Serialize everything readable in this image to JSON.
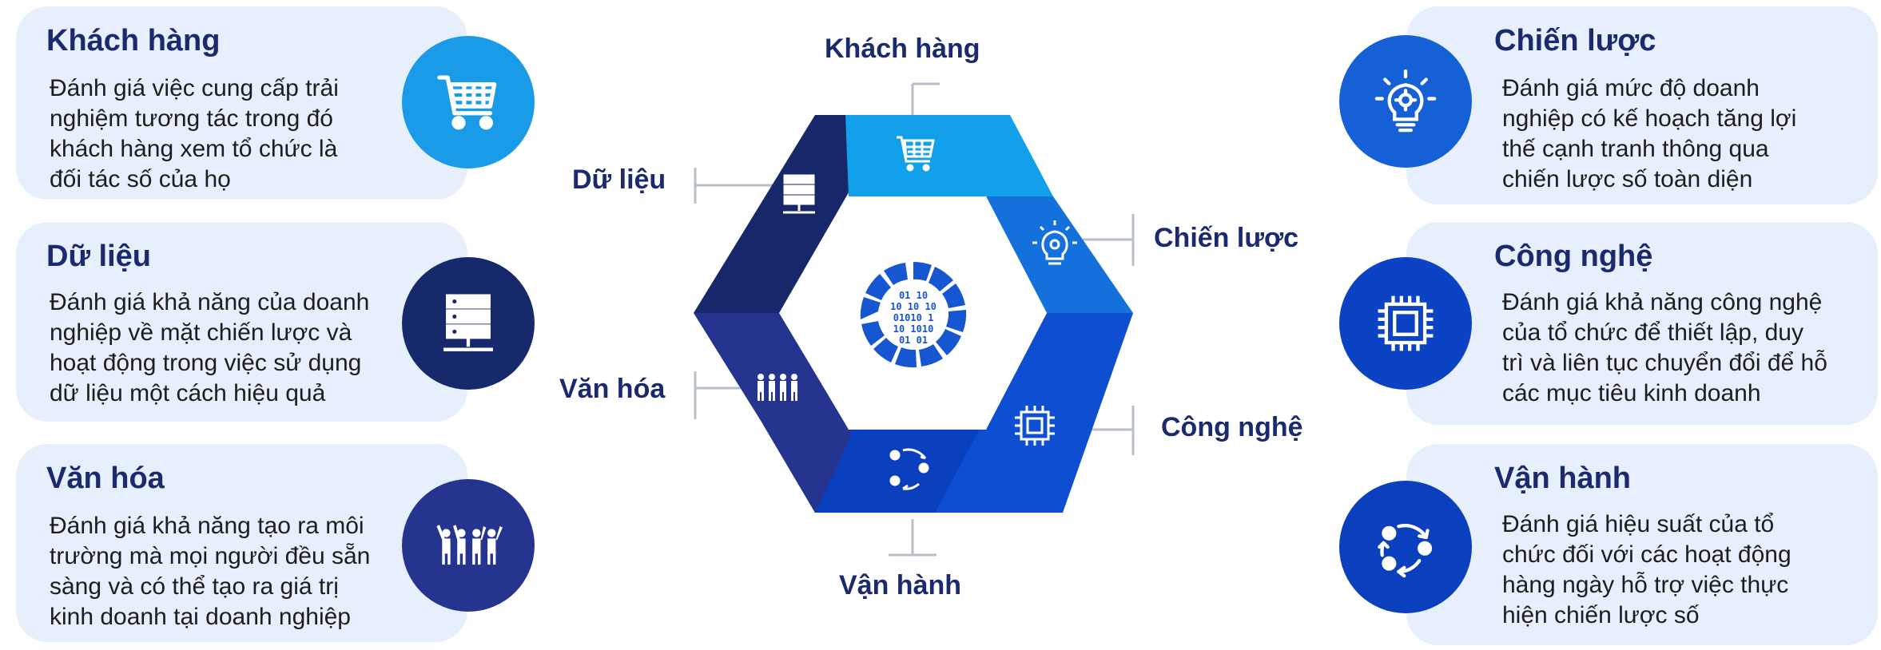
{
  "cards": [
    {
      "id": "khach-hang",
      "title": "Khách hàng",
      "desc_lines": [
        "Đánh giá việc cung cấp trải",
        "nghiệm tương tác trong đó",
        "khách hàng xem tổ chức là",
        "đối tác số của họ"
      ],
      "icon": "shopping-cart-icon",
      "color": "#1a9be8"
    },
    {
      "id": "du-lieu",
      "title": "Dữ liệu",
      "desc_lines": [
        "Đánh giá khả năng của doanh",
        "nghiệp về mặt chiến lược và",
        "hoạt động trong việc sử dụng",
        "dữ liệu một cách hiệu quả"
      ],
      "icon": "server-icon",
      "color": "#15296b"
    },
    {
      "id": "van-hoa",
      "title": "Văn hóa",
      "desc_lines": [
        "Đánh giá khả năng tạo ra môi",
        "trường mà mọi người đều sẵn",
        "sàng và có thể tạo ra giá trị",
        "kinh doanh tại doanh nghiệp"
      ],
      "icon": "people-icon",
      "color": "#24348f"
    },
    {
      "id": "chien-luoc",
      "title": "Chiến lược",
      "desc_lines": [
        "Đánh giá mức độ doanh",
        "nghiệp có kế hoạch tăng lợi",
        "thế cạnh tranh thông qua",
        "chiến lược số toàn diện"
      ],
      "icon": "lightbulb-gear-icon",
      "color": "#1560d6"
    },
    {
      "id": "cong-nghe",
      "title": "Công nghệ",
      "desc_lines": [
        "Đánh giá khả năng công nghệ",
        "của tổ chức để thiết lập, duy",
        "trì và liên tục chuyển đổi để hỗ",
        "các mục tiêu kinh doanh"
      ],
      "icon": "chip-icon",
      "color": "#0b43c4"
    },
    {
      "id": "van-hanh",
      "title": "Vận hành",
      "desc_lines": [
        "Đánh giá hiệu suất của tổ",
        "chức đối với các hoạt động",
        "hàng ngày hỗ trợ việc thực",
        "hiện chiến lược số"
      ],
      "icon": "cycle-arrows-icon",
      "color": "#0a3fbd"
    }
  ],
  "hex_labels": {
    "khach_hang": "Khách hàng",
    "du_lieu": "Dữ liệu",
    "chien_luoc": "Chiến lược",
    "van_hoa": "Văn hóa",
    "cong_nghe": "Công nghệ",
    "van_hanh": "Vận hành"
  },
  "center_icon": "binary-data-icon",
  "binary_text": [
    "01 10",
    "10 10 10",
    "01010 1",
    "10 1010",
    "01 01"
  ],
  "colors": {
    "card_bg": "#e6effb",
    "title": "#1b2a6e",
    "seg_top": "#12a0ea",
    "seg_upper_right": "#1470da",
    "seg_lower_right": "#0d4fd0",
    "seg_bottom": "#0a3fbd",
    "seg_lower_left": "#24348f",
    "seg_upper_left": "#16286a"
  }
}
